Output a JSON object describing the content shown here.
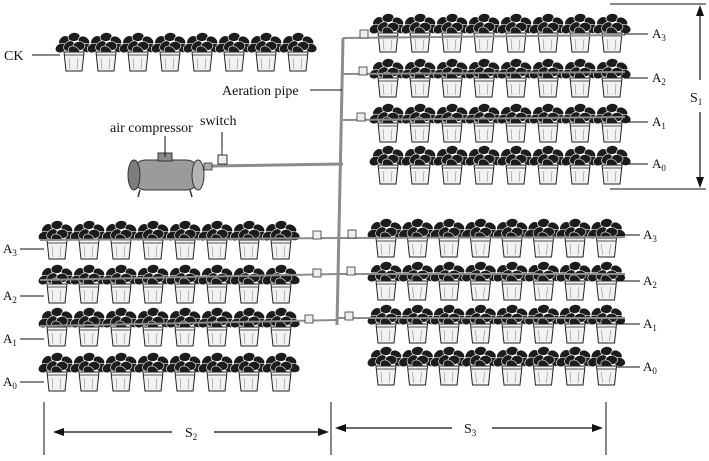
{
  "labels": {
    "ck": "CK",
    "aeration_pipe": "Aeration pipe",
    "air_compressor": "air compressor",
    "switch": "switch"
  },
  "groups": {
    "s1": {
      "name": "S",
      "sub": "1"
    },
    "s2": {
      "name": "S",
      "sub": "2"
    },
    "s3": {
      "name": "S",
      "sub": "3"
    }
  },
  "levels": [
    {
      "name": "A",
      "sub": "3"
    },
    {
      "name": "A",
      "sub": "2"
    },
    {
      "name": "A",
      "sub": "1"
    },
    {
      "name": "A",
      "sub": "0"
    }
  ],
  "colors": {
    "line": "#111111",
    "pipe": "#9a9a9a",
    "tank": "#9b9b9b",
    "pot": "#f2f2f2",
    "leaf": "#1c1c1c"
  }
}
